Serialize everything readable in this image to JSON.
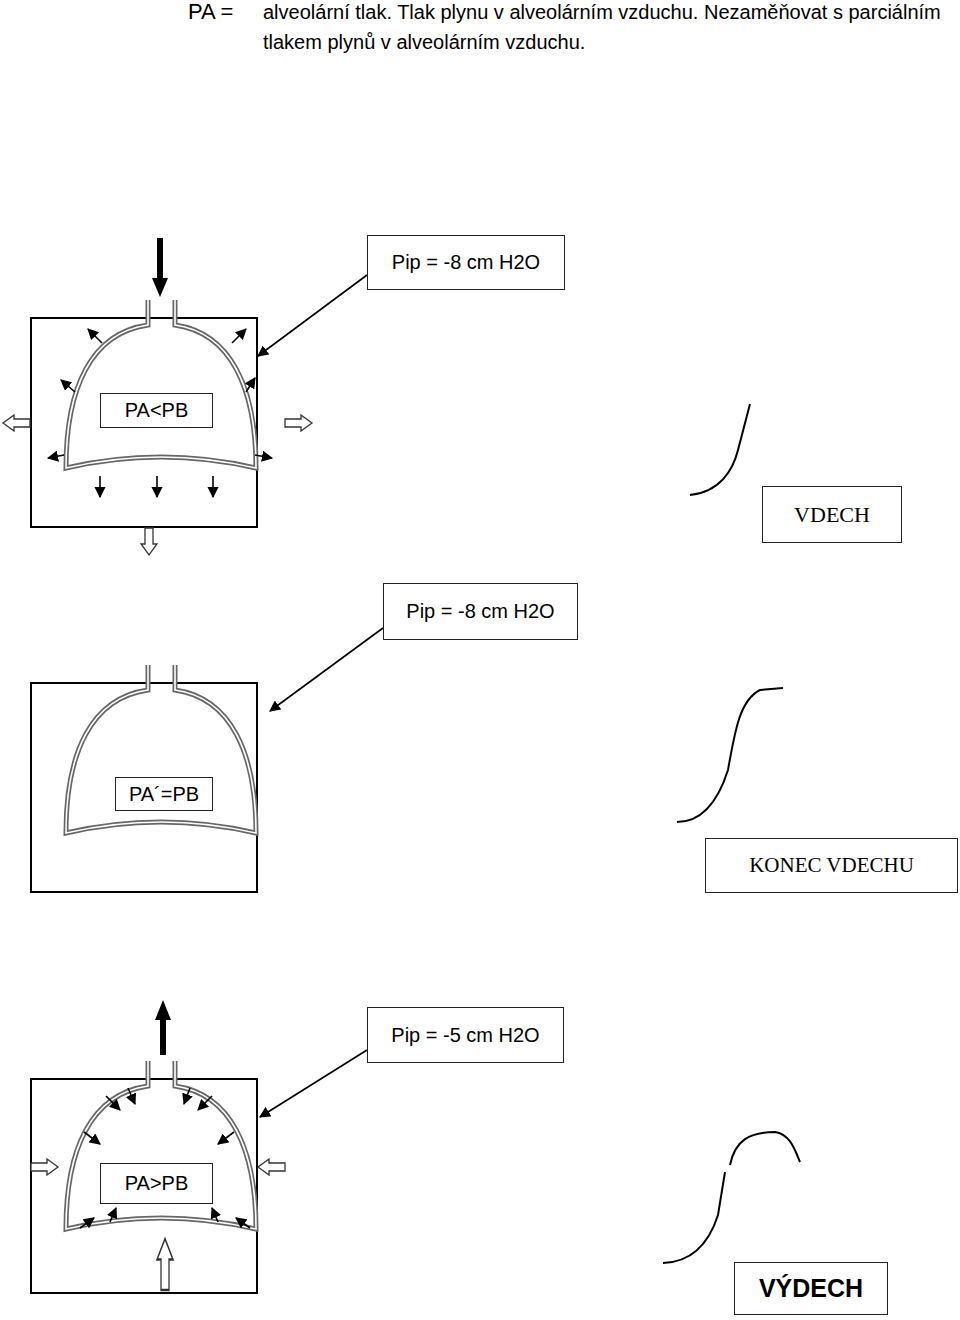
{
  "diagram": {
    "nodes": [
      {
        "text": [
          "Pip = -8 cm H2O"
        ]
      },
      {
        "text": [
          "PA<PB"
        ]
      },
      {
        "text": [
          "VDECH"
        ]
      },
      {
        "text": [
          "Pip = -8 cm H2O"
        ]
      },
      {
        "text": [
          "PA´=PB"
        ]
      },
      {
        "text": [
          "KONEC VDECHU"
        ]
      },
      {
        "text": [
          "Pip = -5 cm H2O"
        ]
      },
      {
        "text": [
          "PA>PB"
        ]
      },
      {
        "text": [
          "VÝDECH"
        ]
      }
    ],
    "labels": [
      "PA =",
      "alveolární tlak. Tlak plynu v alveolárním vzduchu. Nezaměňovat s parciálním tlakem plynů v alveolárním vzduchu."
    ]
  }
}
